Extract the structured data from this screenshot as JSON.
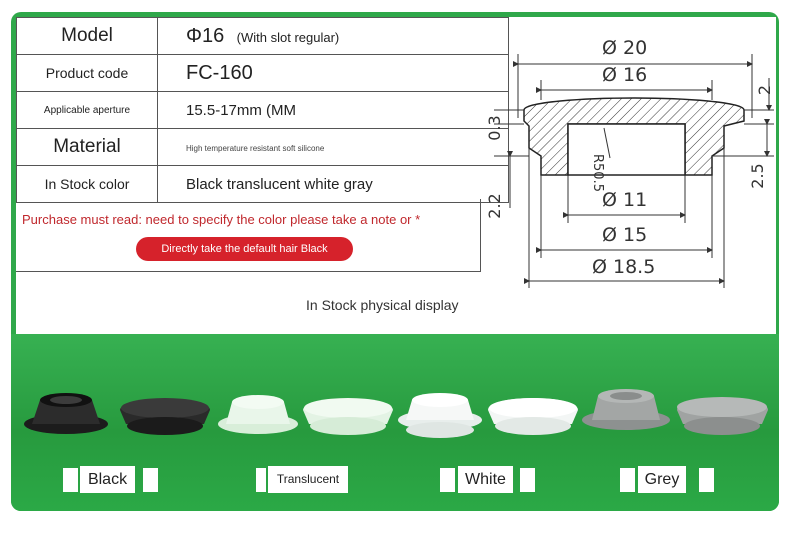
{
  "spec": {
    "rows": [
      {
        "label": "Model",
        "value": "Φ16",
        "extra": "(With slot regular)"
      },
      {
        "label": "Product code",
        "value": "FC-160"
      },
      {
        "label": "Applicable aperture",
        "value": "15.5-17mm (MM"
      },
      {
        "label": "Material",
        "value": "High temperature resistant soft silicone"
      },
      {
        "label": "In Stock color",
        "value": "Black translucent white gray"
      }
    ],
    "note": "Purchase must read: need to specify the color please take a note or *",
    "button": "Directly take the default hair Black",
    "stock_title": "In Stock physical display"
  },
  "diagram": {
    "labels": [
      "Ø 20",
      "Ø 16",
      "2",
      "0.3",
      "R50.5",
      "2.5",
      "Ø 11",
      "2.2",
      "Ø 15",
      "Ø 18.5"
    ]
  },
  "colors_row": [
    {
      "label": "Black",
      "color": "#2a2a2a"
    },
    {
      "label": "Translucent",
      "color": "#e6f3e6"
    },
    {
      "label": "White",
      "color": "#f2f6f4"
    },
    {
      "label": "Grey",
      "color": "#9a9d9c"
    }
  ],
  "palette": {
    "frame_green": "#2fa84a",
    "note_red": "#c0282d",
    "button_red": "#d6222b"
  }
}
